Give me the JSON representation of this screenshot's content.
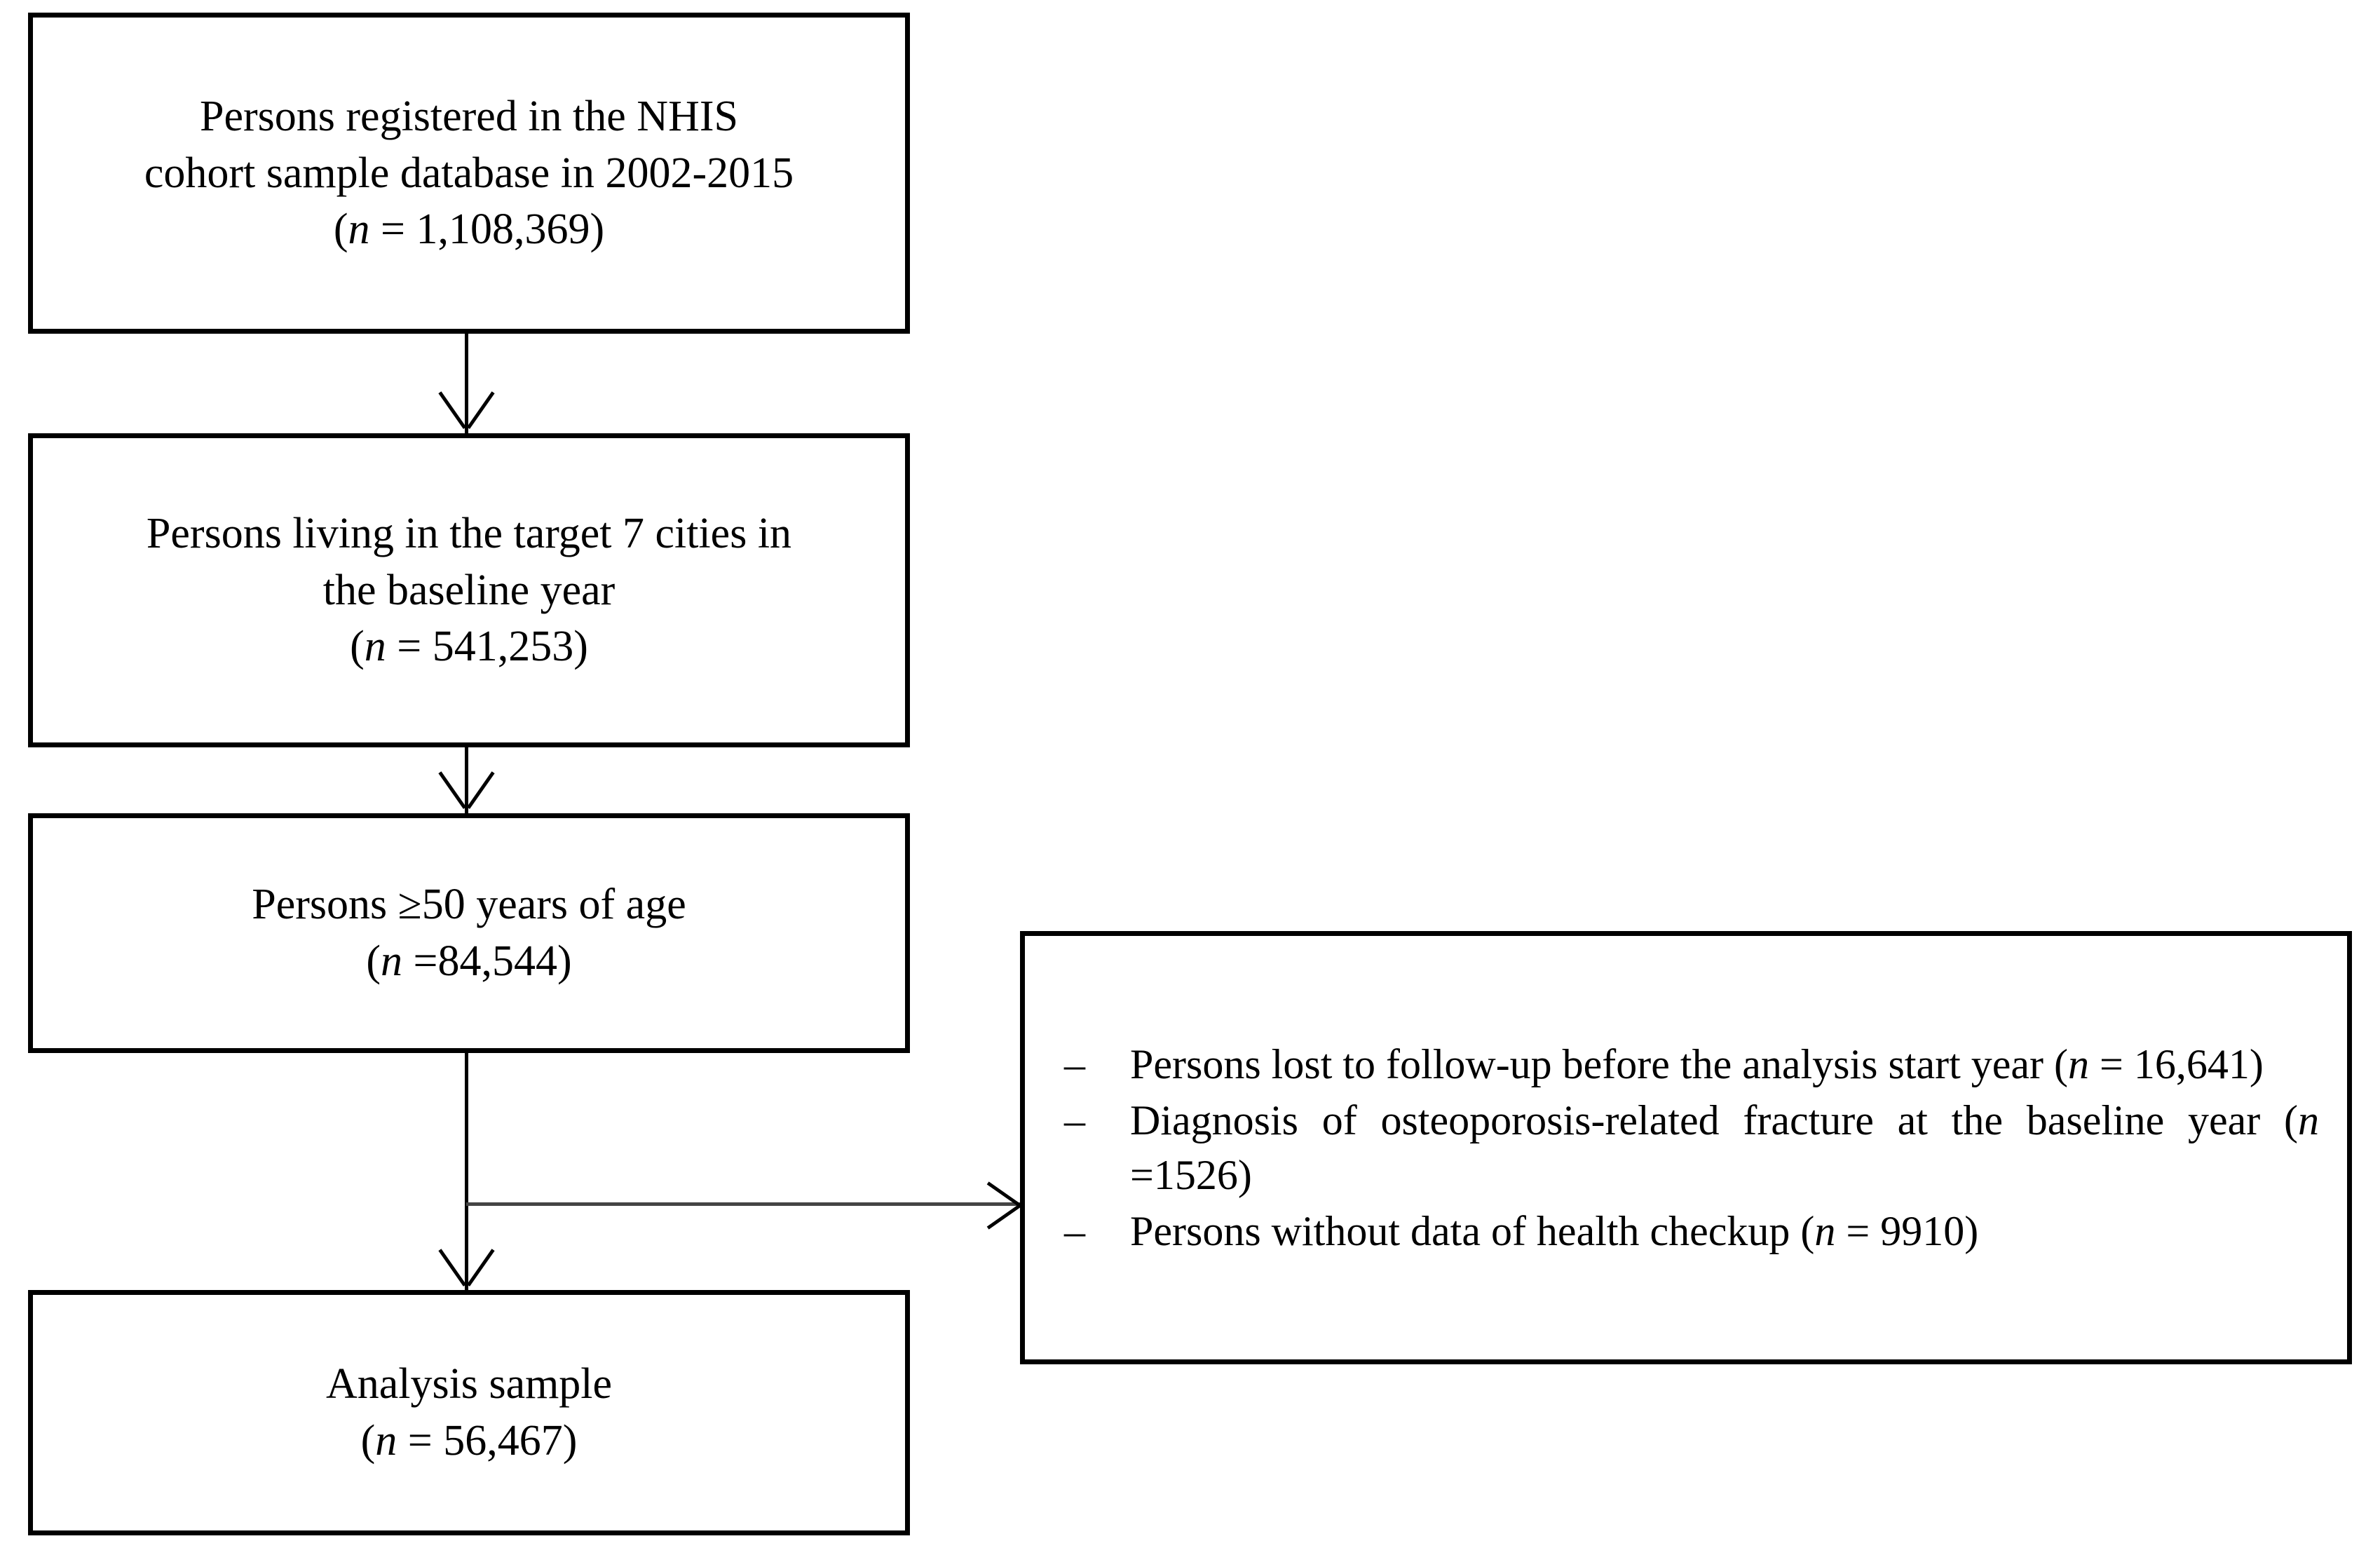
{
  "figure": {
    "type": "flow-diagram",
    "title": "Study participant selection flowchart"
  },
  "boxes": [
    {
      "id": "registered",
      "lines": [
        "Persons registered in the NHIS",
        "cohort sample database in 2002-2015",
        "(n = 1,108,369)"
      ],
      "count_label": "n = 1,108,369",
      "count": 1108369
    },
    {
      "id": "target-cities",
      "lines": [
        "Persons living in the target 7 cities in",
        "the baseline year",
        "(n = 541,253)"
      ],
      "count_label": "n = 541,253",
      "count": 541253
    },
    {
      "id": "age-50-plus",
      "lines": [
        "Persons ≥50 years of age",
        "(n =84,544)"
      ],
      "count_label": "n =84,544",
      "count": 84544
    },
    {
      "id": "analysis-sample",
      "lines": [
        "Analysis sample",
        "(n = 56,467)"
      ],
      "count_label": "n = 56,467",
      "count": 56467
    }
  ],
  "exclusions": {
    "bullet_marker": "–",
    "items": [
      {
        "id": "lost-to-followup",
        "text_before": "Persons lost to follow-up before the analysis start year (",
        "italic_n": "n",
        "text_after": " = 16,641)",
        "full_text": "Persons lost to follow-up before the analysis start year (n = 16,641)",
        "count": 16641
      },
      {
        "id": "baseline-fracture",
        "text_before": "Diagnosis of osteoporosis-related fracture at the baseline year (",
        "italic_n": "n",
        "text_after": " =1526)",
        "full_text": "Diagnosis of osteoporosis-related fracture at the baseline year (n =1526)",
        "count": 1526
      },
      {
        "id": "no-health-checkup",
        "text_before": "Persons without data of health checkup (",
        "italic_n": "n",
        "text_after": " = 9910)",
        "full_text": "Persons without data of health checkup (n = 9910)",
        "count": 9910
      }
    ]
  },
  "connectors": [
    {
      "id": "registered-to-target-cities",
      "from": "registered",
      "to": "target-cities",
      "direction": "down"
    },
    {
      "id": "target-cities-to-age-50-plus",
      "from": "target-cities",
      "to": "age-50-plus",
      "direction": "down"
    },
    {
      "id": "age-50-plus-to-analysis-sample",
      "from": "age-50-plus",
      "to": "analysis-sample",
      "direction": "down"
    },
    {
      "id": "age-50-plus-to-exclusions",
      "from": "age-50-plus",
      "to": "exclusions",
      "direction": "right"
    }
  ],
  "colors": {
    "box_border": "#000000",
    "background": "#ffffff",
    "text": "#000000",
    "connector": "#000000",
    "branch_connector": "#444444"
  }
}
